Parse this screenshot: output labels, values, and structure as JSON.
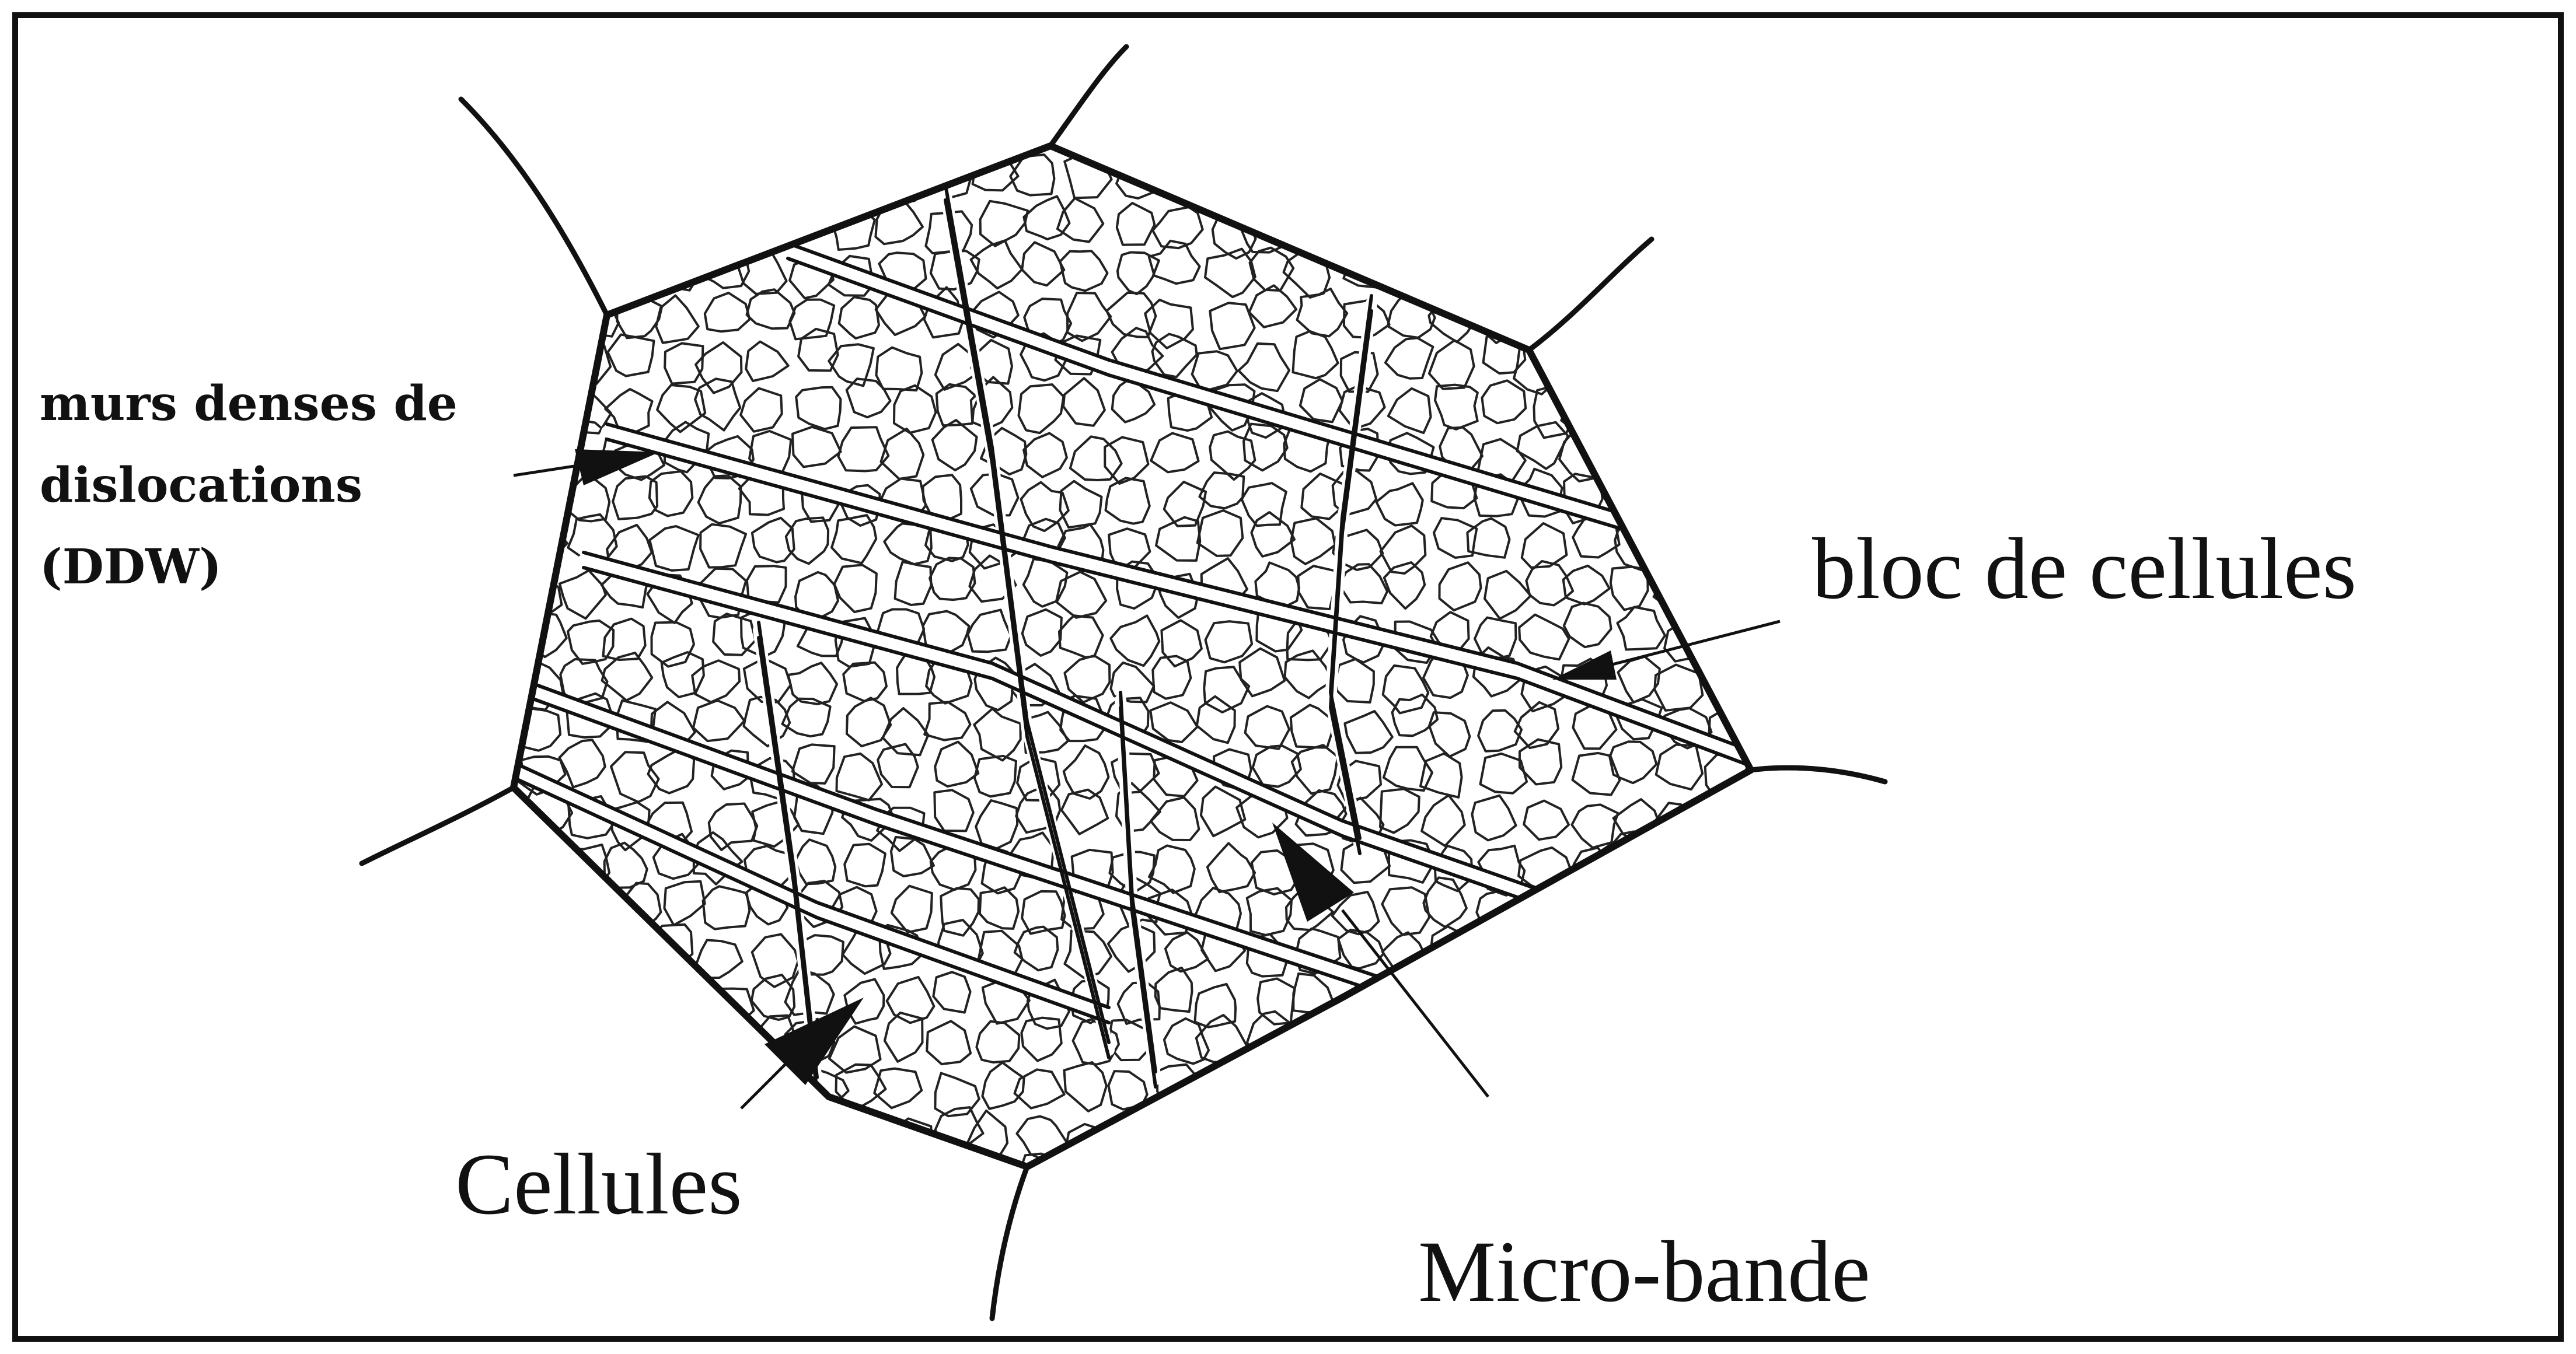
{
  "labels": {
    "ddw_line1": "murs denses de",
    "ddw_line2": "dislocations",
    "ddw_line3": "(DDW)",
    "cell_block": "bloc de cellules",
    "cells": "Cellules",
    "microband": "Micro-bande"
  },
  "colors": {
    "ink": "#111111",
    "background": "#ffffff"
  }
}
